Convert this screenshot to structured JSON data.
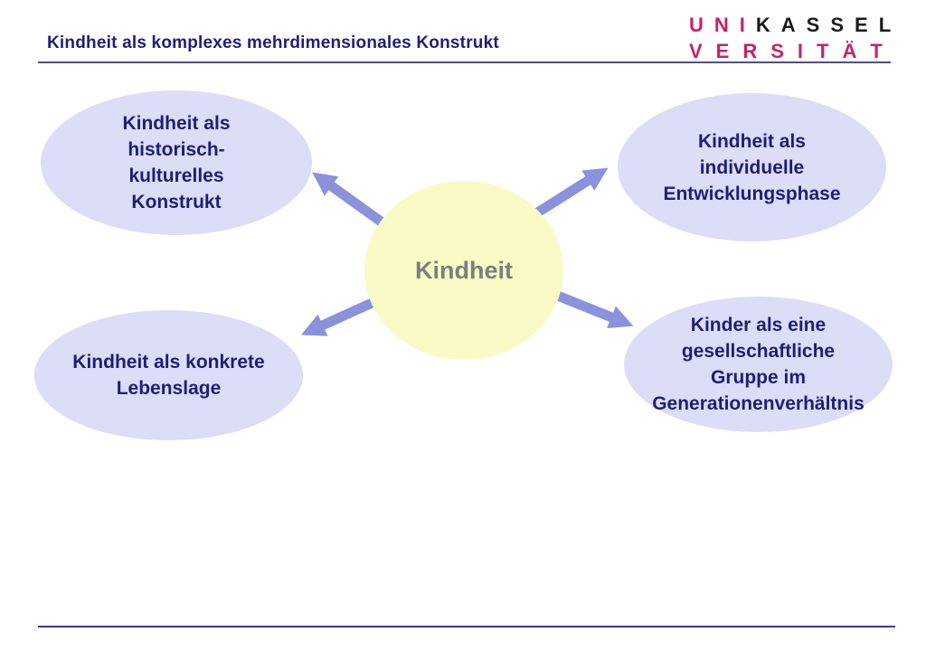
{
  "header": {
    "title": "Kindheit als komplexes mehrdimensionales Konstrukt",
    "logo": {
      "uni": "UNI",
      "kassel": "KASSEL",
      "versitaet": "VERSITÄT"
    }
  },
  "diagram": {
    "center": {
      "label": "Kindheit"
    },
    "nodes": [
      {
        "position": "top-left",
        "label": "Kindheit als historisch-kulturelles Konstrukt",
        "lines": [
          "Kindheit als",
          "historisch-",
          "kulturelles",
          "Konstrukt"
        ]
      },
      {
        "position": "top-right",
        "label": "Kindheit als individuelle Entwicklungsphase",
        "lines": [
          "Kindheit als",
          "individuelle",
          "Entwicklungsphase"
        ]
      },
      {
        "position": "bottom-left",
        "label": "Kindheit als konkrete Lebenslage",
        "lines": [
          "Kindheit als konkrete",
          "Lebenslage"
        ]
      },
      {
        "position": "bottom-right",
        "label": "Kinder als eine gesellschaftliche Gruppe im Generationenverhältnis",
        "lines": [
          "Kinder als eine",
          "gesellschaftliche",
          "Gruppe im",
          "Generationenverhältnis"
        ]
      }
    ]
  },
  "colors": {
    "ellipse_fill": "#dcddf6",
    "circle_fill": "#fafac6",
    "arrow": "#8a92de",
    "text_navy": "#1e1e78",
    "center_text": "#7e7e7e",
    "logo_magenta": "#c52367",
    "logo_black": "#1a1a1a",
    "header_rule": "#50507e",
    "footer_rule": "#3a35a5"
  }
}
